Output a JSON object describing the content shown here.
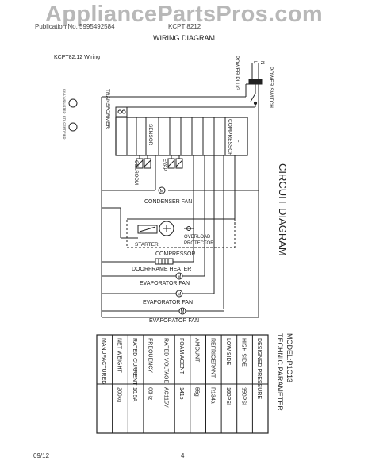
{
  "watermark": "AppliancePartsPros.com",
  "header": {
    "left": "Publication No. 5995492584",
    "mid": "KCPT 8212",
    "title": "WIRING DIAGRAM"
  },
  "diagram": {
    "subtitle": "KCPT82.12 Wiring",
    "title": "CIRCUIT DIAGRAM",
    "labels": {
      "power_plug": "POWER PLUG",
      "plug_l": "L",
      "plug_n": "N",
      "power_switch": "POWER SWITCH",
      "transformer": "TRANSFORMER",
      "sensor": "SENSOR",
      "compressor_ctrl": "COMPRESSOR",
      "coil_l": "L",
      "colroom": "COLROOM",
      "evap": "EVAP.",
      "condenser_fan": "CONDENSER FAN",
      "starter": "STARTER",
      "overload": "OVERLOAD",
      "protector": "PROTECTOR",
      "compressor": "COMPRESSOR",
      "doorframe_heater": "DOORFRAME HEATER",
      "evap_fan_1": "EVAPORATOR FAN",
      "evap_fan_2": "EVAPORATOR FAN",
      "evap_fan_3": "EVAPORATOR FAN",
      "fan_symbol": "M"
    },
    "cert_marks": [
      "C(UL)US LISTED",
      "ETL CERTIFIED"
    ]
  },
  "table": {
    "model": "MODEL:P1C13",
    "heading": "TECHNIC PARAMETER",
    "rows": [
      {
        "label": "DESIGNED PRESSURE",
        "value": ""
      },
      {
        "label": "HIGH SIDE",
        "value": "350PSI"
      },
      {
        "label": "LOW SIDE",
        "value": "160PSI"
      },
      {
        "label": "REFRIGERANT",
        "value": "R134a"
      },
      {
        "label": "AMOUNT",
        "value": "55g"
      },
      {
        "label": "FOAM AGENT",
        "value": "141b"
      },
      {
        "label": "RATED VOLTAGE",
        "value": "AC115V"
      },
      {
        "label": "FREQUENCY",
        "value": "60Hz"
      },
      {
        "label": "RATED CURRENT",
        "value": "10.5A"
      },
      {
        "label": "NET WEIGHT",
        "value": "200kg"
      },
      {
        "label": "MANUFACTURED",
        "value": ""
      }
    ]
  },
  "footer": {
    "left": "09/12",
    "page": "4"
  }
}
